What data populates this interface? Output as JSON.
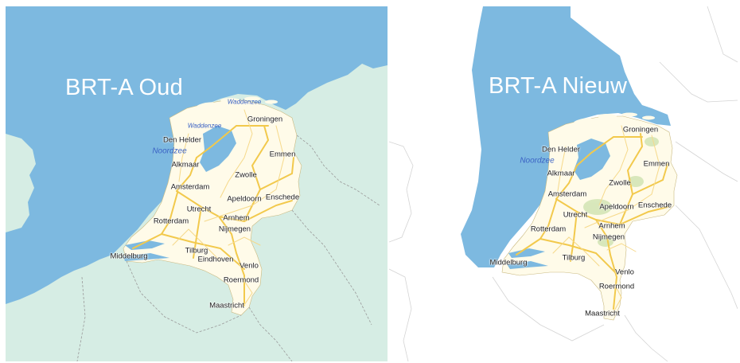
{
  "panels": [
    {
      "title": "BRT-A Oud",
      "labels": {
        "waddenzee_1": "Waddenzee",
        "waddenzee_2": "Waddenzee",
        "noordzee": "Noordzee",
        "groningen": "Groningen",
        "den_helder": "Den Helder",
        "emmen": "Emmen",
        "alkmaar": "Alkmaar",
        "zwolle": "Zwolle",
        "amsterdam": "Amsterdam",
        "apeldoorn": "Apeldoorn",
        "enschede": "Enschede",
        "utrecht": "Utrecht",
        "rotterdam": "Rotterdam",
        "arnhem": "Arnhem",
        "nijmegen": "Nijmegen",
        "middelburg": "Middelburg",
        "tilburg": "Tilburg",
        "eindhoven": "Eindhoven",
        "venlo": "Venlo",
        "roermond": "Roermond",
        "maastricht": "Maastricht"
      }
    },
    {
      "title": "BRT-A Nieuw",
      "labels": {
        "groningen": "Groningen",
        "den_helder": "Den Helder",
        "noordzee": "Noordzee",
        "emmen": "Emmen",
        "alkmaar": "Alkmaar",
        "zwolle": "Zwolle",
        "amsterdam": "Amsterdam",
        "apeldoorn": "Apeldoorn",
        "enschede": "Enschede",
        "utrecht": "Utrecht",
        "rotterdam": "Rotterdam",
        "arnhem": "Arnhem",
        "nijmegen": "Nijmegen",
        "tilburg": "Tilburg",
        "middelburg": "Middelburg",
        "venlo": "Venlo",
        "roermond": "Roermond",
        "maastricht": "Maastricht"
      }
    }
  ],
  "colors": {
    "sea": "#7db9e0",
    "land_old": "#d6ede4",
    "land_nl": "#fffbe9",
    "road_major": "#f2c94c",
    "road_minor": "#f6d98a",
    "border": "#9a9a9a"
  }
}
